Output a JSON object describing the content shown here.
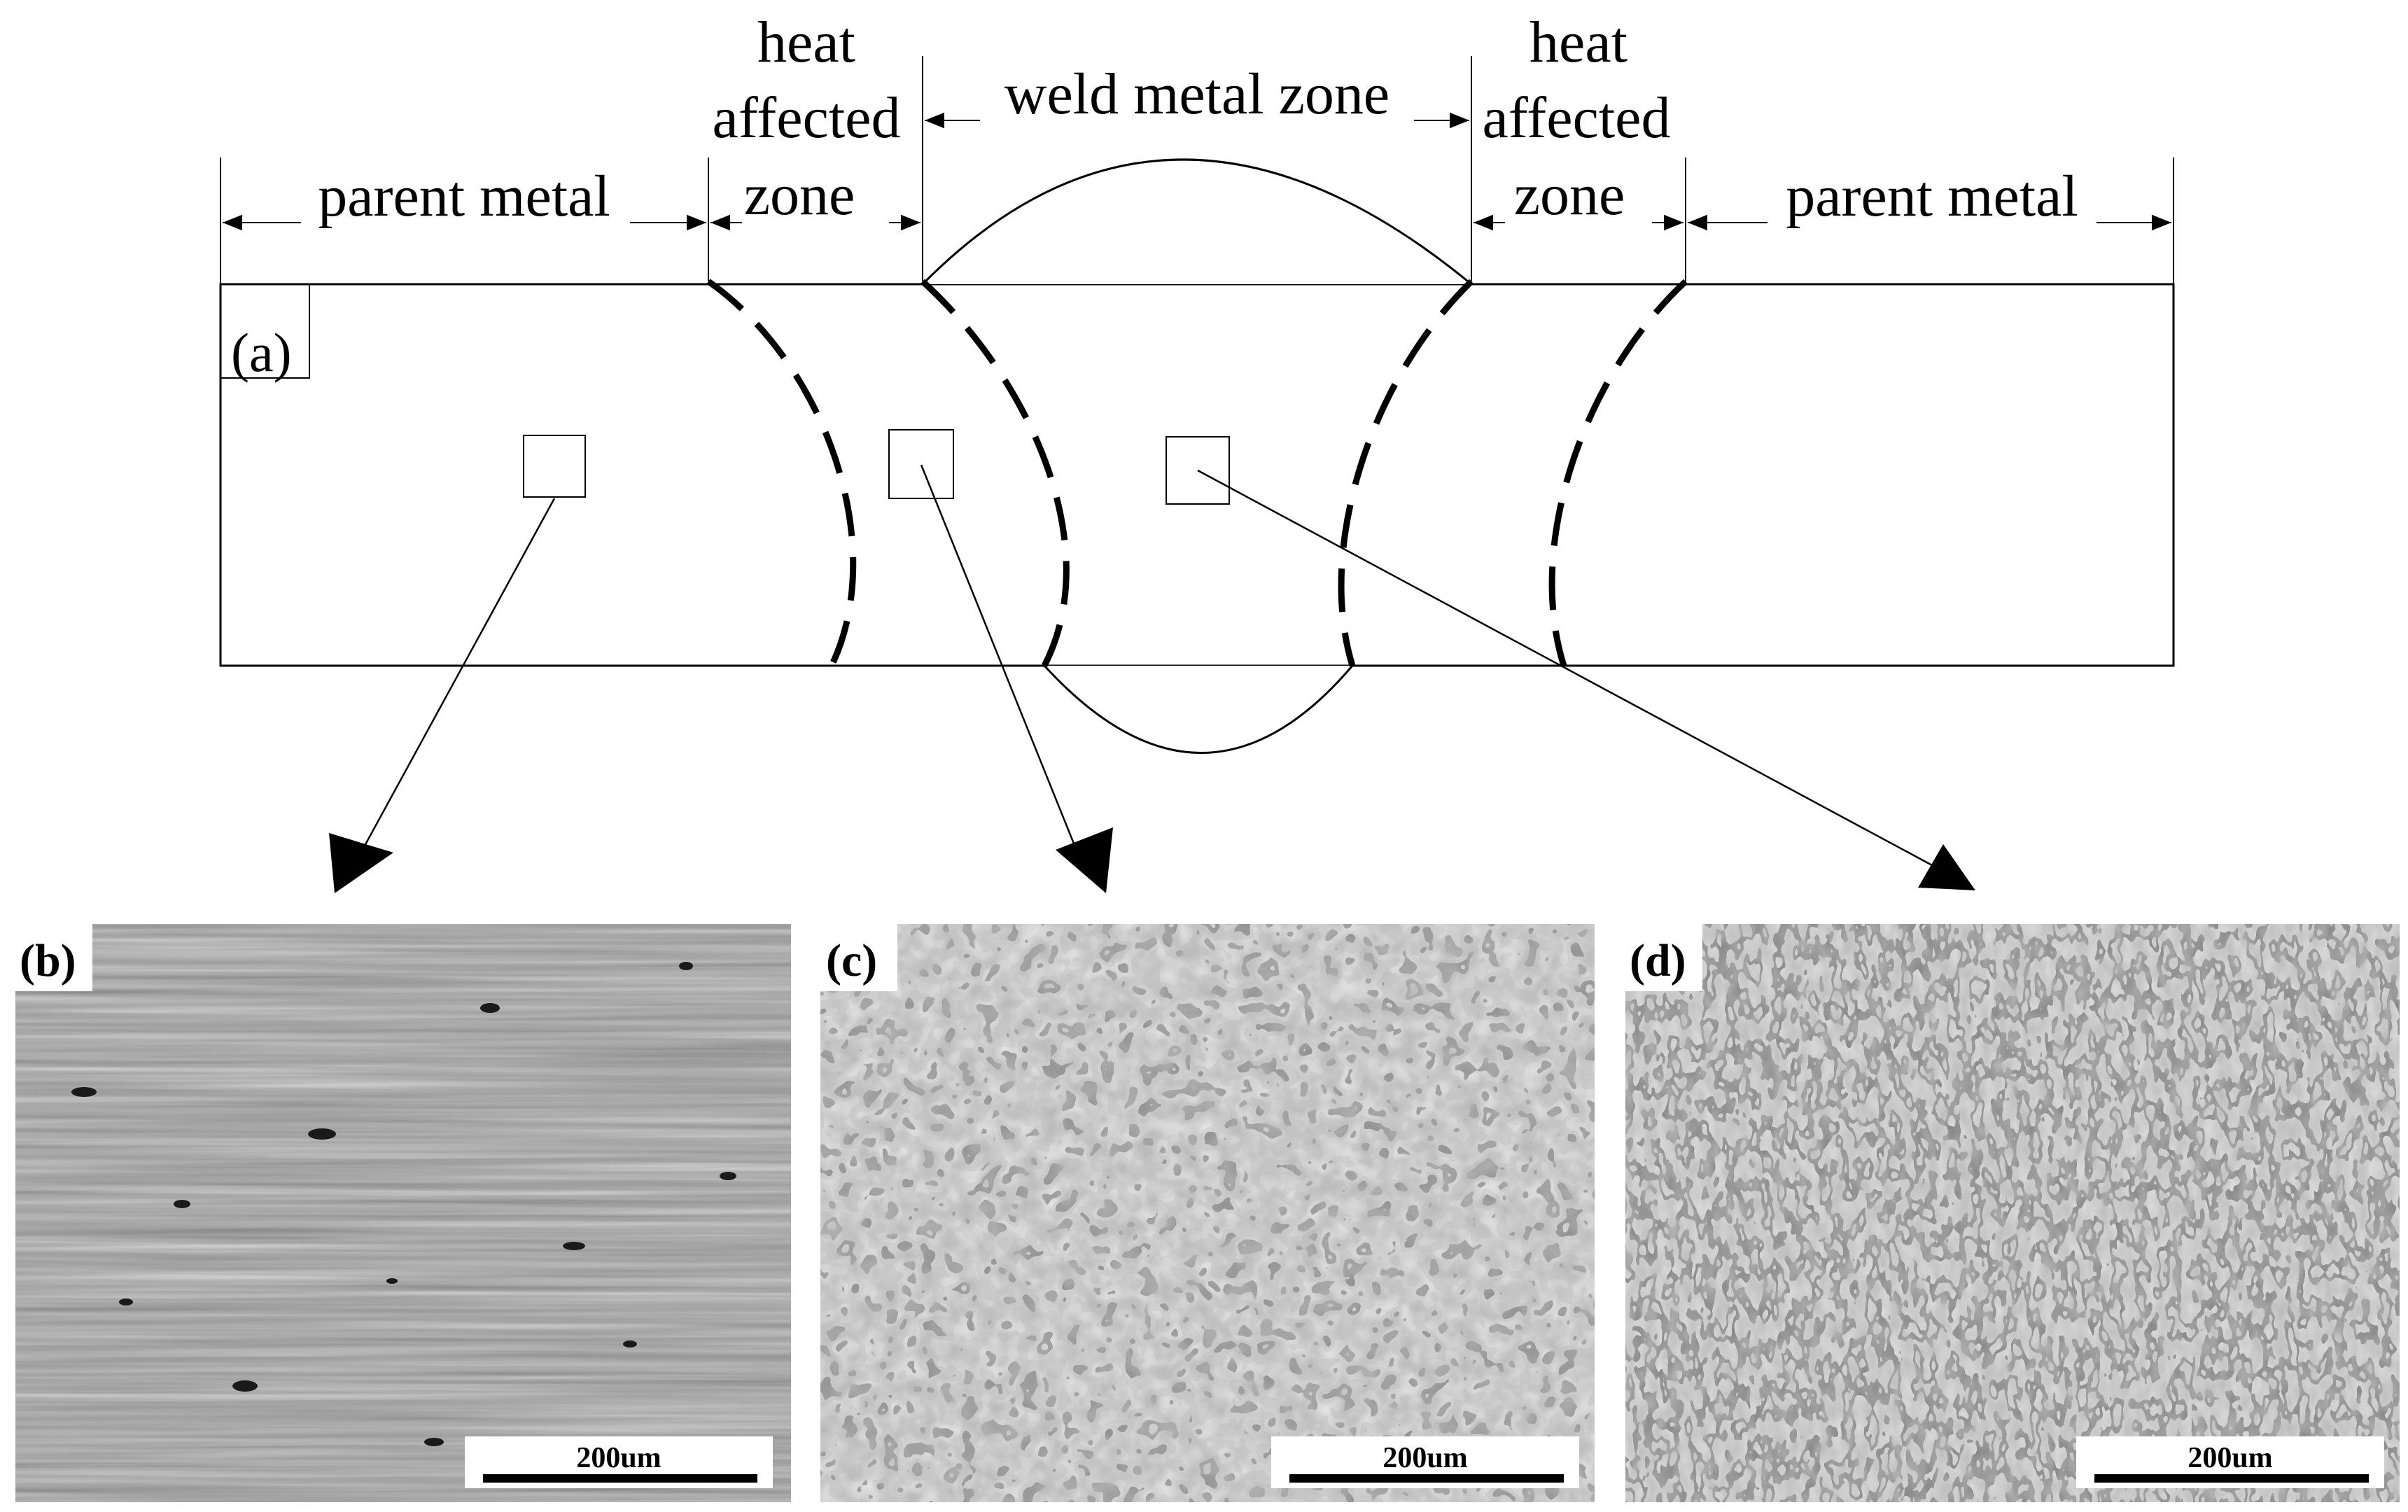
{
  "figure": {
    "panel_a": {
      "tag": "(a)",
      "zones": {
        "parent_left": "parent metal",
        "haz_left": [
          "heat",
          "affected",
          "zone"
        ],
        "weld": "weld metal zone",
        "haz_right": [
          "heat",
          "affected",
          "zone"
        ],
        "parent_right": "parent metal"
      }
    },
    "micrographs": [
      {
        "tag": "(b)",
        "scale": "200um",
        "texture": "banded-rolled",
        "tone": "#9a9a9a"
      },
      {
        "tag": "(c)",
        "scale": "200um",
        "texture": "equiaxed-grains",
        "tone": "#b4b4b4"
      },
      {
        "tag": "(d)",
        "scale": "200um",
        "texture": "dendritic-speckle",
        "tone": "#b8b8b8"
      }
    ]
  }
}
